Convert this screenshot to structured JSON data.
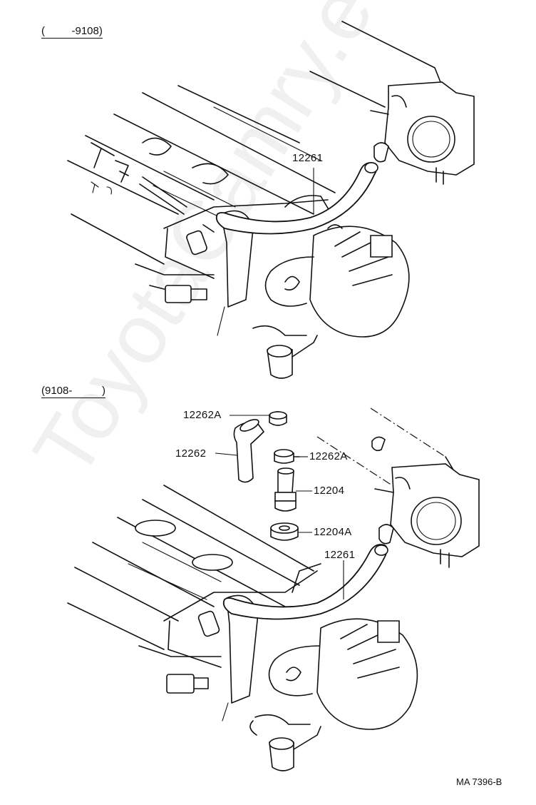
{
  "sections": {
    "top": "(         -9108)",
    "bottom": "(9108-          )"
  },
  "labels": {
    "top_hose": "12261",
    "clamp_upper": "12262A",
    "hose_elbow": "12262",
    "clamp_lower": "12262A",
    "pcv_valve": "12204",
    "grommet": "12204A",
    "bottom_hose": "12261"
  },
  "code": "MA 7396-B",
  "watermark": "ToyotaCamry.eu"
}
